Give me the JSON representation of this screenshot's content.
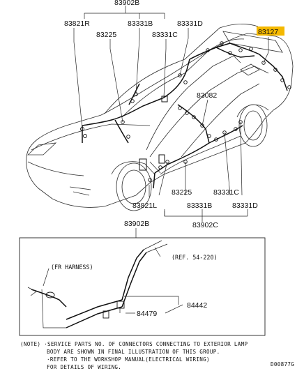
{
  "callouts_top": {
    "p83902B": "83902B",
    "p83821R": "83821R",
    "p83331B": "83331B",
    "p83331D": "83331D",
    "p83225": "83225",
    "p83331C": "83331C",
    "p83127": "83127",
    "p83082": "83082"
  },
  "callouts_bottom": {
    "p83225": "83225",
    "p83331C": "83331C",
    "p83821L": "83821L",
    "p83331B": "83331B",
    "p83331D": "83331D",
    "p83902C": "83902C",
    "p83902B": "83902B"
  },
  "detail": {
    "ref": "(REF. 54-220)",
    "fr_harness": "(FR HARNESS)",
    "p84479": "84479",
    "p84442": "84442"
  },
  "note": {
    "line1": "(NOTE) ·SERVICE PARTS NO. OF CONNECTORS CONNECTING TO EXTERIOR LAMP",
    "line2": "BODY ARE SHOWN IN FINAL ILLUSTRATION OF THIS GROUP.",
    "line3": "·REFER TO THE WORKSHOP MANUAL(ELECTRICAL WIRING)",
    "line4": "FOR DETAILS OF WIRING."
  },
  "drawing_code": "D00877G",
  "colors": {
    "highlight": "#f4b800"
  }
}
